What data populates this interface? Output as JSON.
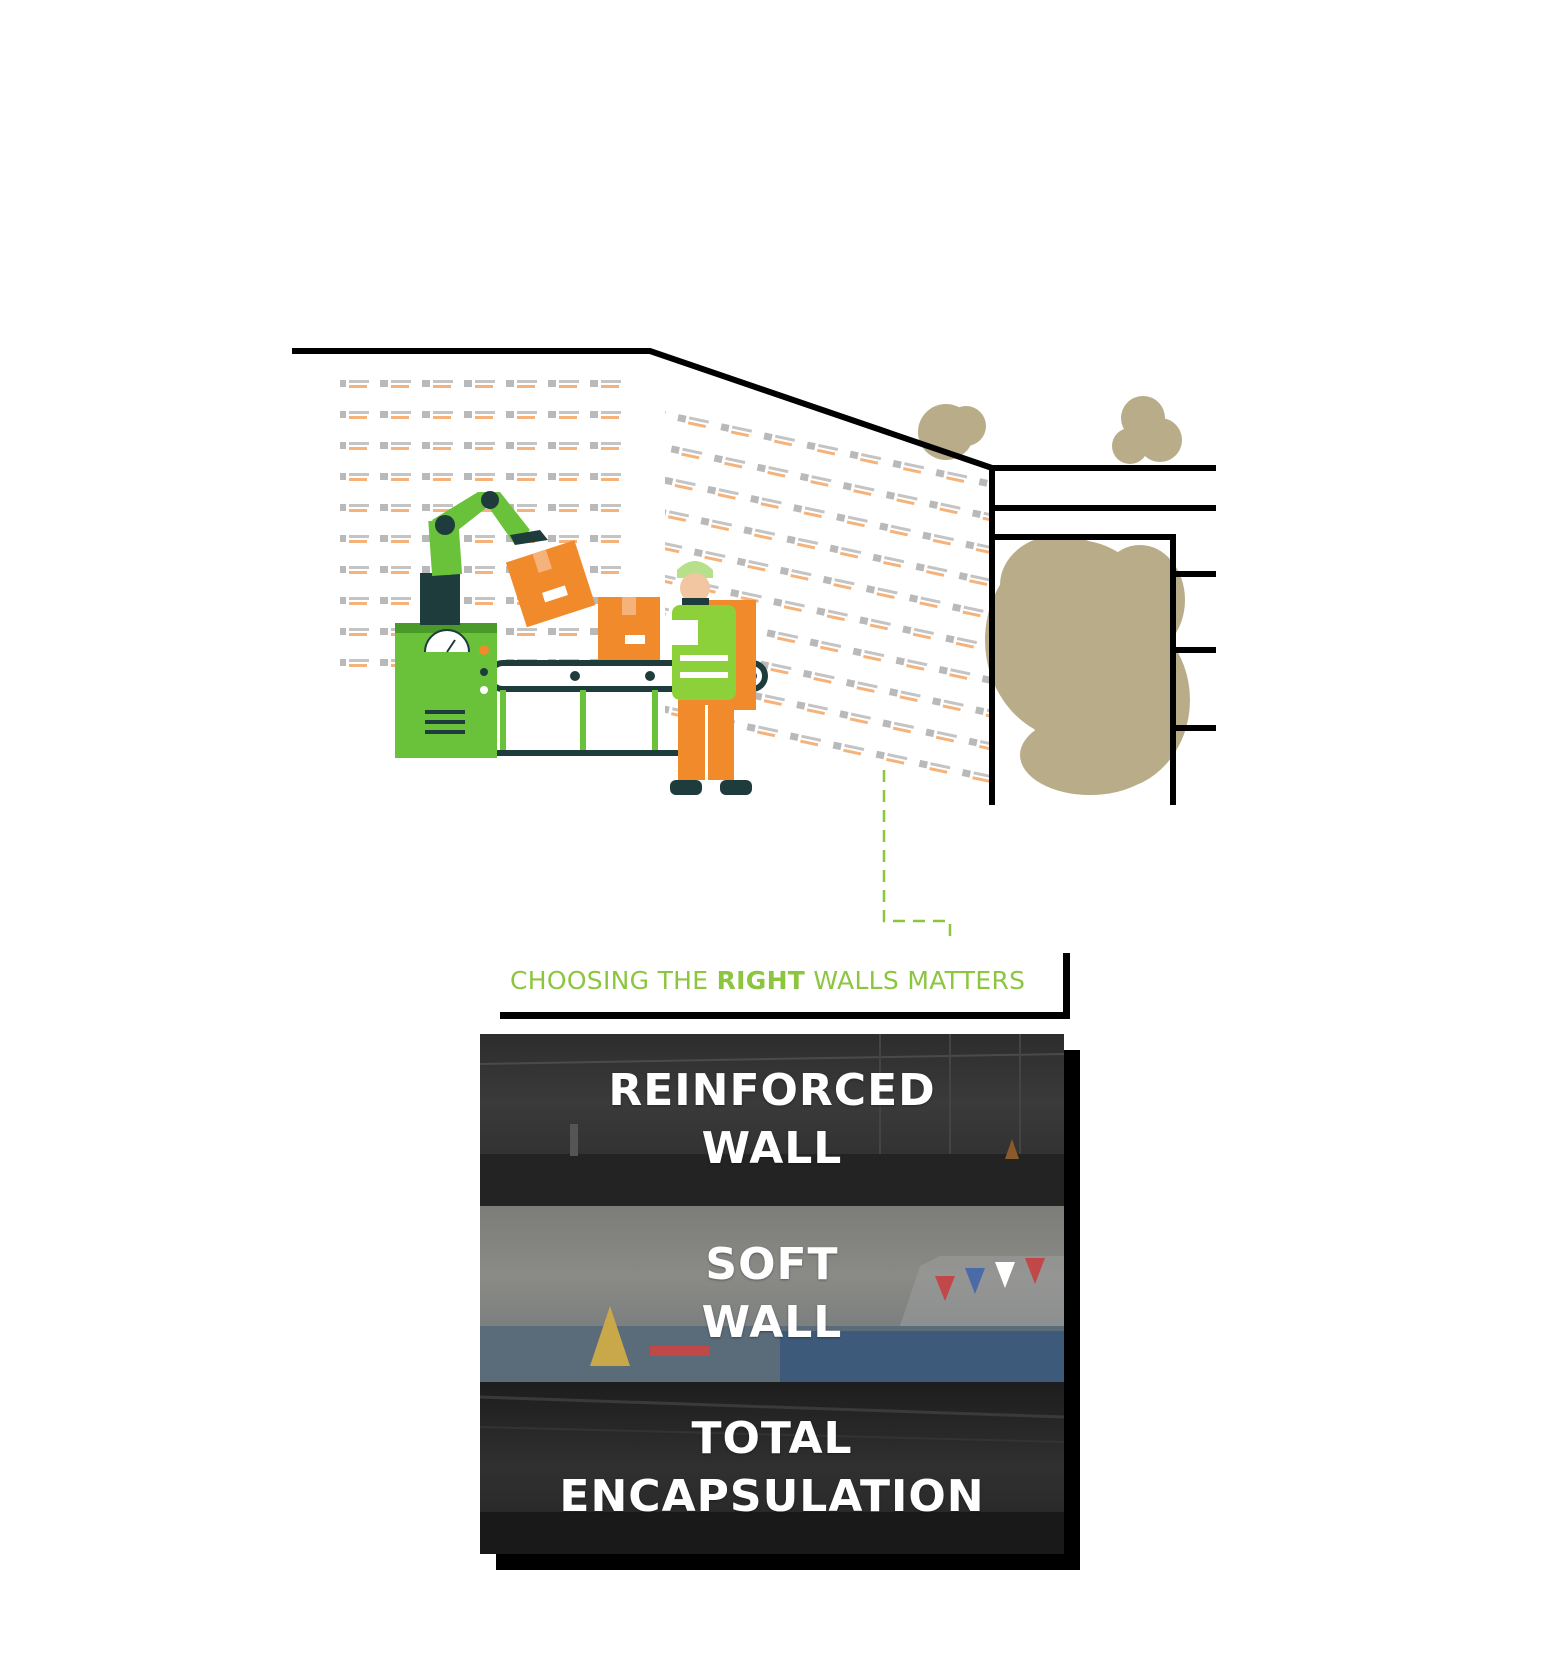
{
  "tagline": {
    "prefix": "CHOOSING THE ",
    "emphasis": "RIGHT",
    "suffix": " WALLS MATTERS"
  },
  "options": [
    {
      "line1": "REINFORCED",
      "line2": "WALL"
    },
    {
      "line1": "SOFT",
      "line2": "WALL"
    },
    {
      "line1": "TOTAL",
      "line2": "ENCAPSULATION"
    }
  ],
  "colors": {
    "accent_green": "#8cc63f",
    "machine_green": "#6ac23a",
    "box_orange": "#f08a2a",
    "soil": "#b8ad88",
    "line": "#000000"
  },
  "icons": [
    "robot-arm-icon",
    "conveyor-icon",
    "cardboard-box-icon",
    "worker-icon",
    "soil-icon",
    "wall-panel-logo-icon"
  ]
}
